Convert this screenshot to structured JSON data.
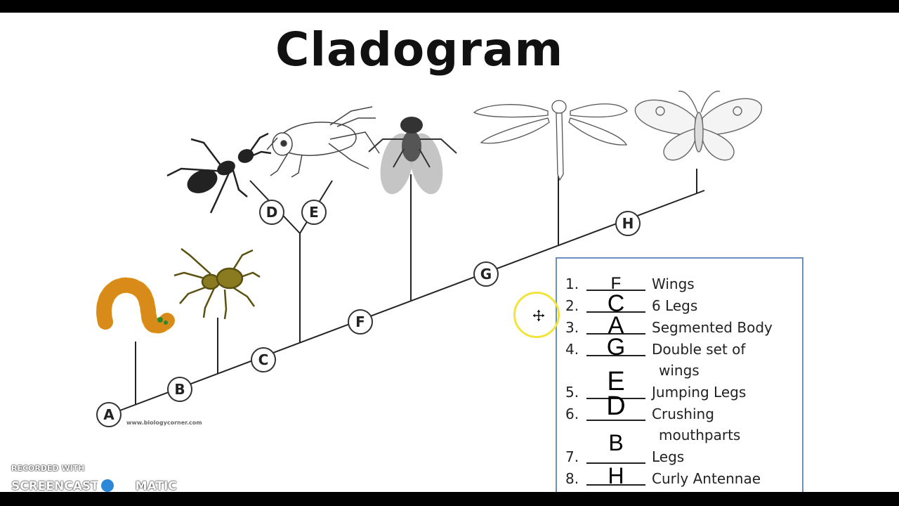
{
  "title": "Cladogram",
  "website": "www.biologycorner.com",
  "nodes": [
    "A",
    "B",
    "C",
    "D",
    "E",
    "F",
    "G",
    "H"
  ],
  "organisms": [
    {
      "name": "caterpillar-icon"
    },
    {
      "name": "spider-icon"
    },
    {
      "name": "ant-icon"
    },
    {
      "name": "cricket-icon"
    },
    {
      "name": "fly-icon"
    },
    {
      "name": "dragonfly-icon"
    },
    {
      "name": "butterfly-icon"
    }
  ],
  "key": [
    {
      "num": "1.",
      "answer": "F",
      "text": "Wings"
    },
    {
      "num": "2.",
      "answer": "C",
      "text": "6 Legs"
    },
    {
      "num": "3.",
      "answer": "A",
      "text": "Segmented Body"
    },
    {
      "num": "4.",
      "answer": "G",
      "text": "Double set of",
      "text2": "wings"
    },
    {
      "num": "5.",
      "answer": "E",
      "text": "Jumping Legs"
    },
    {
      "num": "6.",
      "answer": "D",
      "text": "Crushing",
      "text2": "mouthparts"
    },
    {
      "num": "7.",
      "answer": "B",
      "text": "Legs"
    },
    {
      "num": "8.",
      "answer": "H",
      "text": "Curly Antennae"
    }
  ],
  "watermark": {
    "line1": "RECORDED WITH",
    "line2a": "SCREENCAST",
    "line2b": "MATIC"
  },
  "colors": {
    "caterpillar": "#f5a623",
    "spider": "#8a7a20",
    "keybox_border": "#6a8fc0",
    "cursor_ring": "#f2e43a",
    "logo": "#2b88d8"
  }
}
